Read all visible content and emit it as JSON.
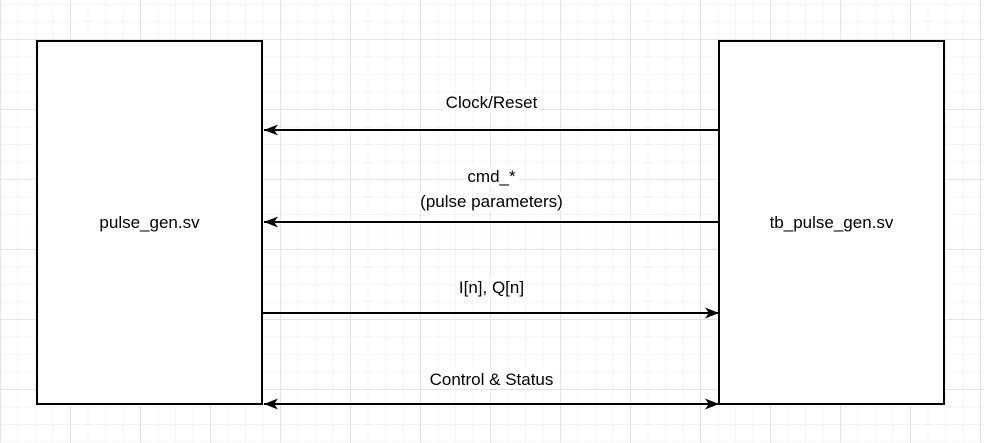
{
  "diagram": {
    "type": "block-diagram",
    "nodes": [
      {
        "id": "pulse_gen",
        "label": "pulse_gen.sv"
      },
      {
        "id": "tb_pulse_gen",
        "label": "tb_pulse_gen.sv"
      }
    ],
    "edges": [
      {
        "id": "clock_reset",
        "label_lines": [
          "Clock/Reset"
        ],
        "direction": "right-to-left"
      },
      {
        "id": "cmd",
        "label_lines": [
          "cmd_*",
          "(pulse parameters)"
        ],
        "direction": "right-to-left"
      },
      {
        "id": "iq_samples",
        "label_lines": [
          "I[n], Q[n]"
        ],
        "direction": "left-to-right"
      },
      {
        "id": "control_status",
        "label_lines": [
          "Control & Status"
        ],
        "direction": "bidirectional"
      }
    ],
    "colors": {
      "stroke": "#000000",
      "node_fill": "#ffffff",
      "canvas_background": "#ffffff",
      "grid_minor": "#f4f4f4",
      "grid_major": "#e4e4e4"
    }
  }
}
